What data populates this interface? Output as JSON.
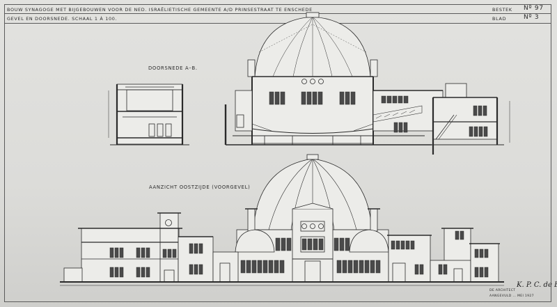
{
  "sheet": {
    "title_line_1": "Bouw synagoge met bijgebouwen voor de Ned. Israëlietische Gemeente a/d Prinsestraat te Enschede",
    "title_line_2": "Gevel en doorsnede. Schaal 1 à 100.",
    "bestek_label": "Bestek",
    "bestek_number": "Nº 97",
    "blad_label": "Blad",
    "blad_number": "Nº 3",
    "section_label": "Doorsnede A–B.",
    "elevation_label": "Aanzicht oostzijde (voorgevel)",
    "architect_label": "De architect",
    "amended_label": "Aangevuld … Mei 1927",
    "signature_text": "K. P. C. de Bazel"
  },
  "colors": {
    "paper": "#dcdcd9",
    "ink": "#2a2a2a",
    "wall": "#ecece9",
    "glass": "#4a4a4a"
  }
}
